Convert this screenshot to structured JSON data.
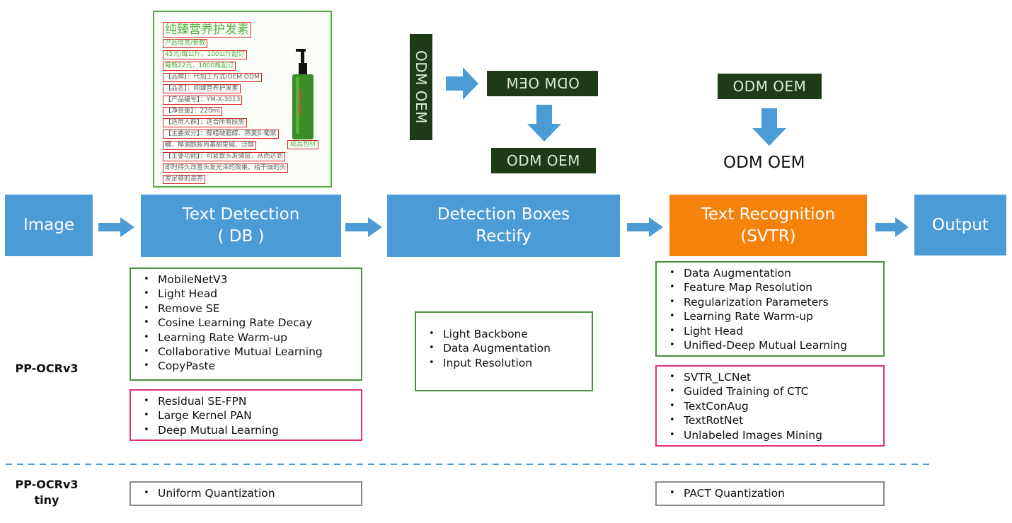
{
  "pipeline": {
    "image": "Image",
    "detection": {
      "line1": "Text Detection",
      "line2": "( DB )"
    },
    "rectify": {
      "line1": "Detection Boxes",
      "line2": "Rectify"
    },
    "recognition": {
      "line1": "Text Recognition",
      "line2": "(SVTR)"
    },
    "output": "Output"
  },
  "labels": {
    "ppocrv3": "PP-OCRv3",
    "tiny_line1": "PP-OCRv3",
    "tiny_line2": "tiny"
  },
  "detection_green": [
    "MobileNetV3",
    "Light Head",
    "Remove SE",
    "Cosine Learning Rate Decay",
    "Learning Rate Warm-up",
    "Collaborative Mutual Learning",
    "CopyPaste"
  ],
  "detection_pink": [
    "Residual SE-FPN",
    "Large Kernel PAN",
    "Deep Mutual Learning"
  ],
  "rectify_green": [
    "Light Backbone",
    "Data Augmentation",
    "Input Resolution"
  ],
  "recognition_green": [
    "Data Augmentation",
    "Feature Map Resolution",
    "Regularization Parameters",
    "Learning Rate Warm-up",
    "Light Head",
    "Unified-Deep Mutual Learning"
  ],
  "recognition_pink": [
    "SVTR_LCNet",
    "Guided Training of CTC",
    "TextConAug",
    "TextRotNet",
    "Unlabeled Images Mining"
  ],
  "tiny": {
    "detection": "Uniform Quantization",
    "recognition": "PACT Quantization"
  },
  "crops": {
    "text": "ODM OEM",
    "recognized": "ODM OEM"
  },
  "product": {
    "title": "纯臻营养护发素",
    "lines": [
      "产品信息/参数",
      "45元/每公斤，100公斤起订",
      "每瓶22元，1000瓶起订",
      "【品牌】：代加工方式/OEM ODM",
      "【品名】：纯臻营养护发素",
      "【产品编号】：YM-X-3013",
      "【净含量】：220ml",
      "【适用人群】：适合所有肤质",
      "【主要成分】：鲸蜡硬脂醇、燕麦β-葡聚",
      "糖、椰油酰胺丙基甜菜碱、泛醇",
      "【主要功能】：可紧致头发磷层，从而达到",
      "即时持久改善头发光泽的效果，给干燥的头",
      "发足够的滋养"
    ],
    "tag": "成品包材",
    "bottle_label": "ODM OEM"
  },
  "colors": {
    "blue": "#4a9bd6",
    "orange": "#f5820d",
    "green_border": "#4a8f3a",
    "pink_border": "#e0307a",
    "gray_border": "#8a8a8a",
    "dash": "#4a9bd6"
  }
}
